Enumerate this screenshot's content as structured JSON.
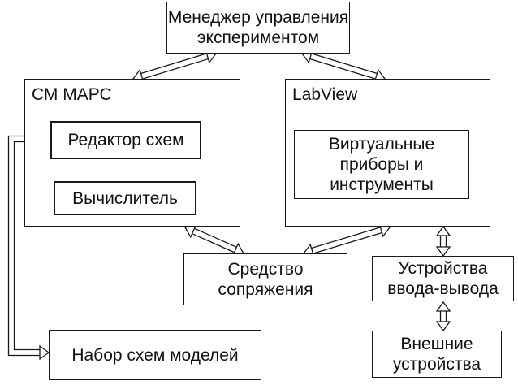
{
  "diagram": {
    "manager": {
      "line1": "Менеджер управления",
      "line2": "экспериментом"
    },
    "sm_mars": {
      "title": "СМ МАРС",
      "editor": "Редактор схем",
      "calculator": "Вычислитель"
    },
    "labview": {
      "title": "LabView",
      "virtual": {
        "line1": "Виртуальные",
        "line2": "приборы и",
        "line3": "инструменты"
      }
    },
    "interface": {
      "line1": "Средство",
      "line2": "сопряжения"
    },
    "io": {
      "line1": "Устройства",
      "line2": "ввода-вывода"
    },
    "external": {
      "line1": "Внешние",
      "line2": "устройства"
    },
    "models": "Набор схем моделей"
  },
  "colors": {
    "stroke": "#1a1a1a",
    "background": "#ffffff",
    "text": "#111111"
  }
}
